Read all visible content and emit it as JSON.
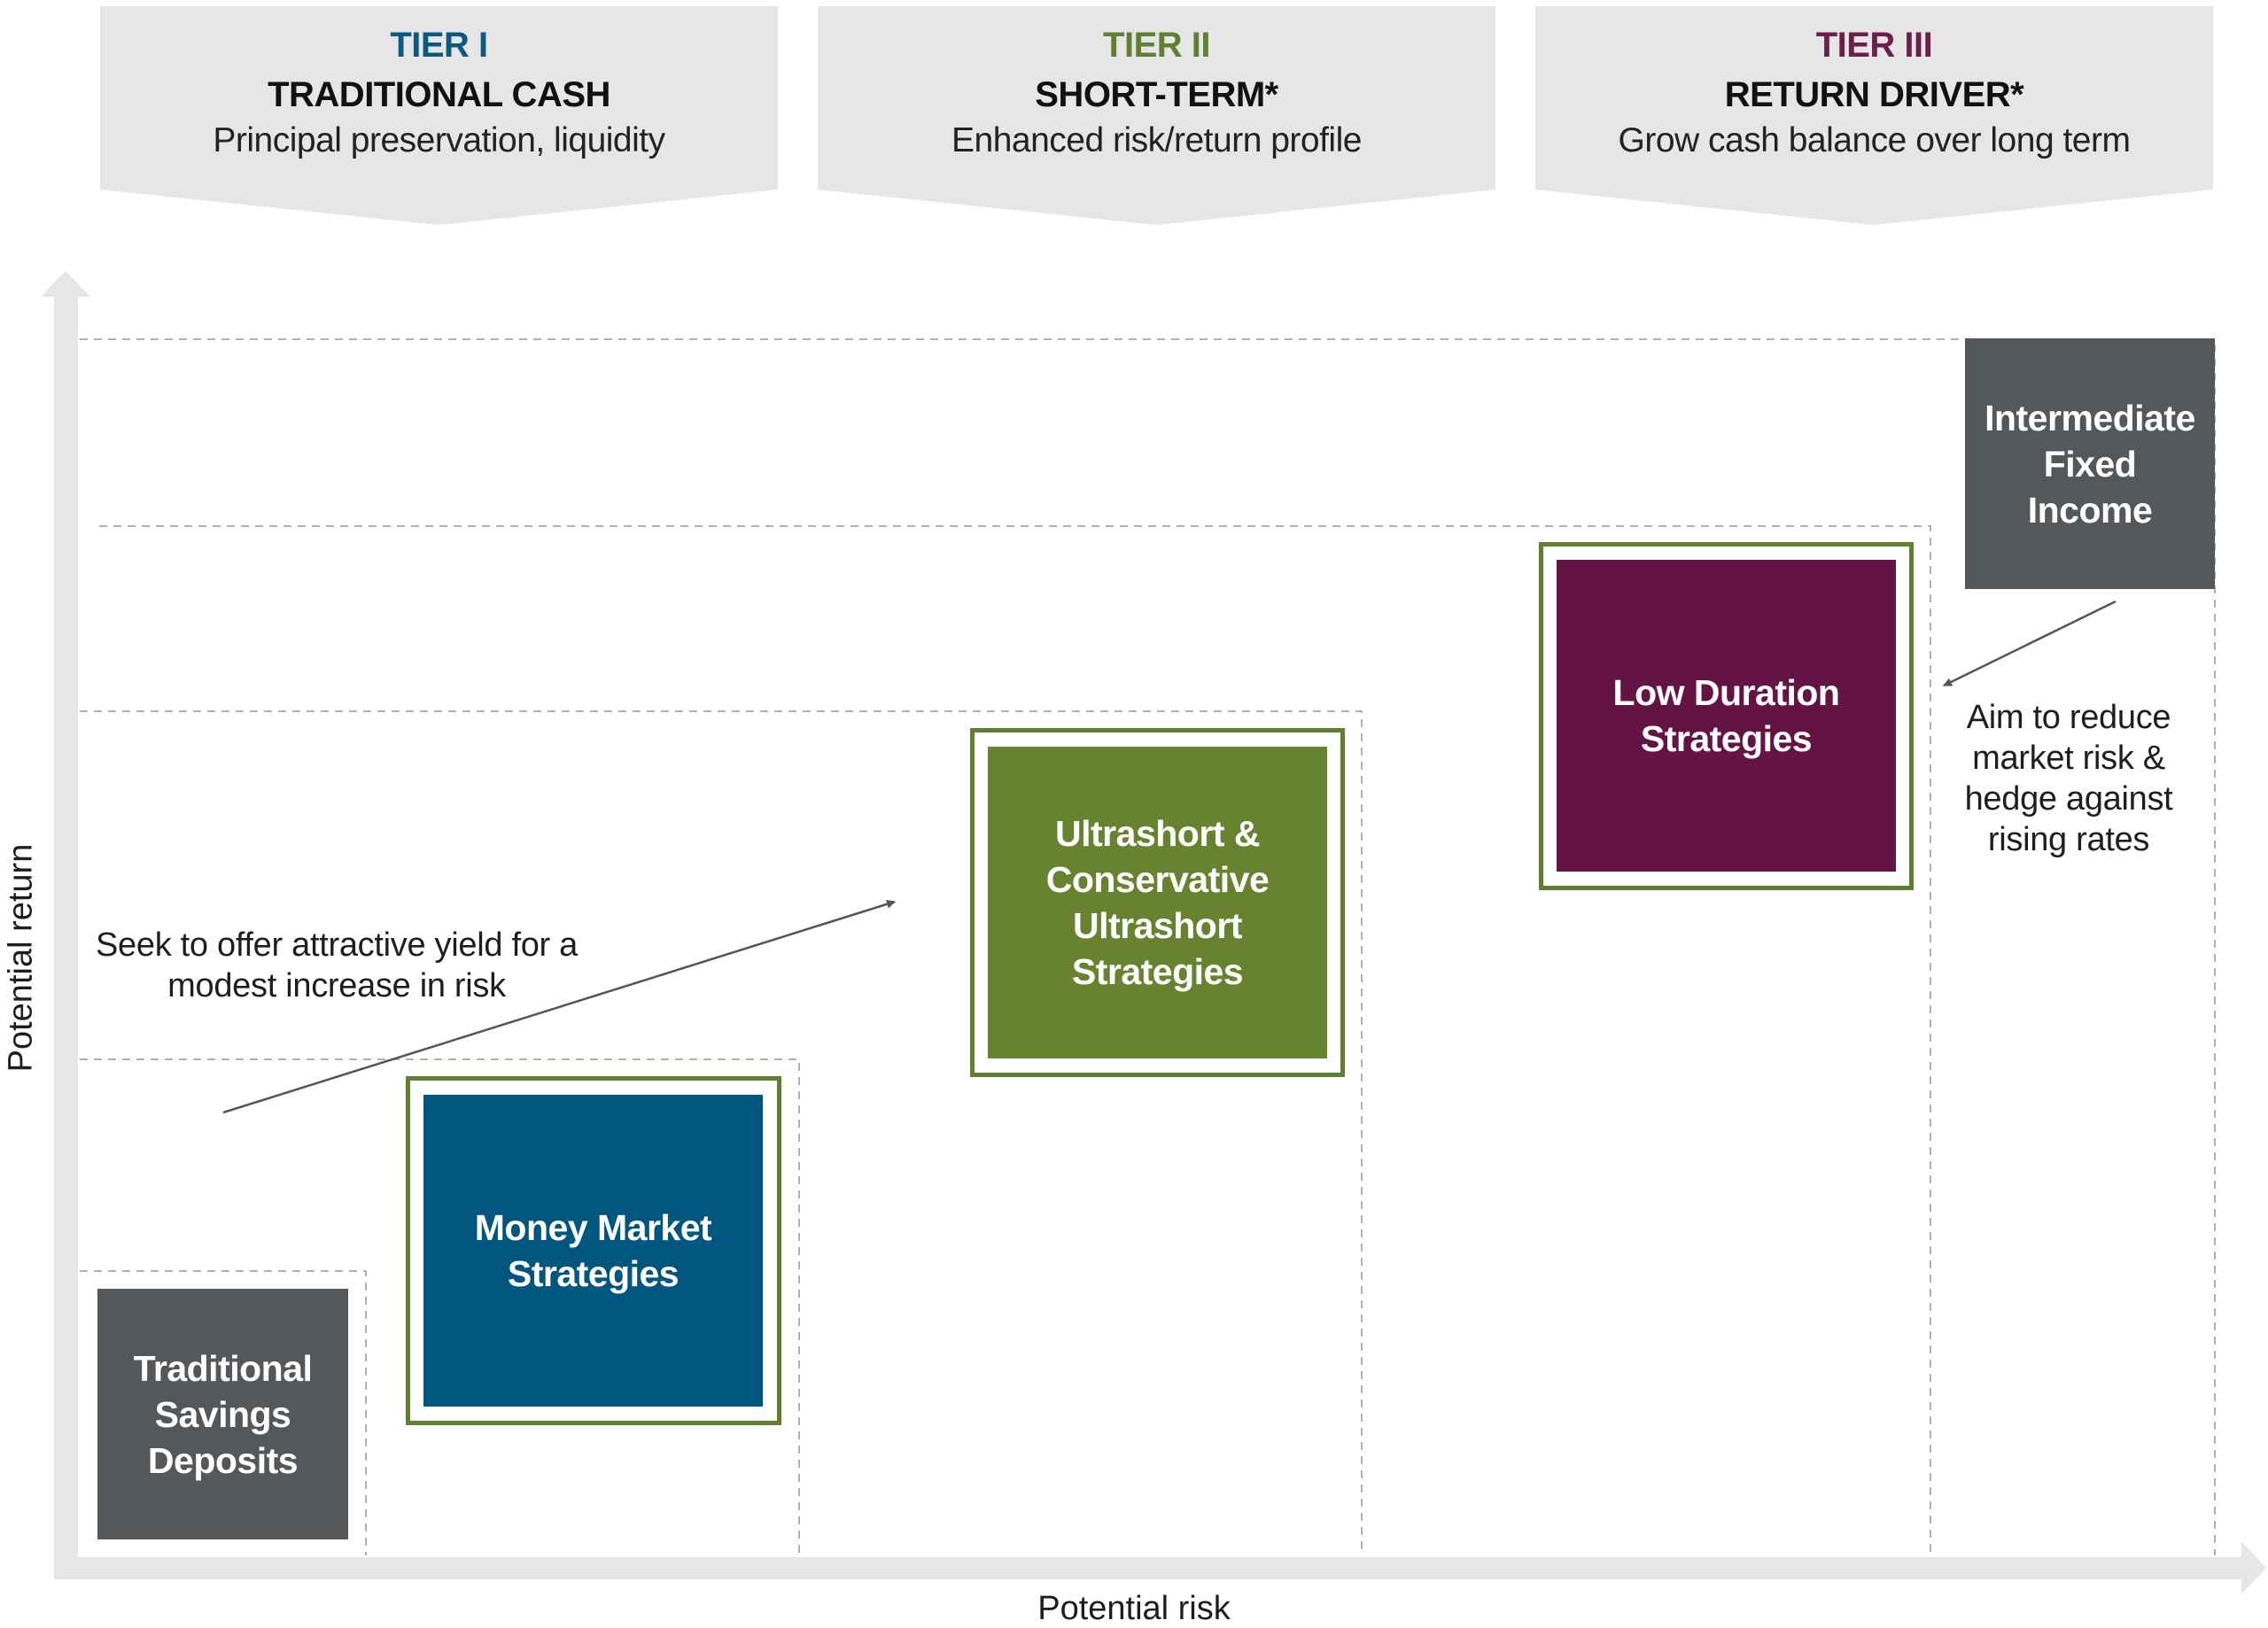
{
  "tiers": [
    {
      "tier": "TIER I",
      "title": "TRADITIONAL CASH",
      "subtitle": "Principal preservation, liquidity",
      "color": "#0a5a82"
    },
    {
      "tier": "TIER II",
      "title": "SHORT-TERM*",
      "subtitle": "Enhanced risk/return profile",
      "color": "#5f7f33"
    },
    {
      "tier": "TIER III",
      "title": "RETURN DRIVER*",
      "subtitle": "Grow cash balance over long term",
      "color": "#6b1f4a"
    }
  ],
  "boxes": {
    "savings": {
      "label": "Traditional Savings Deposits",
      "color": "#55585b"
    },
    "money_market": {
      "label": "Money Market Strategies",
      "color": "#00567f"
    },
    "ultrashort": {
      "label": "Ultrashort & Conservative Ultrashort Strategies",
      "color": "#67832f"
    },
    "low_duration": {
      "label": "Low Duration Strategies",
      "color": "#641345"
    },
    "intermediate": {
      "label": "Intermediate Fixed Income",
      "color": "#55585b"
    }
  },
  "notes": {
    "yield": "Seek to offer attractive yield for a modest increase in risk",
    "reduce": "Aim to reduce market risk & hedge against rising rates"
  },
  "axes": {
    "x_label": "Potential risk",
    "y_label": "Potential return"
  },
  "colors": {
    "chevron_fill": "#e6e6e6",
    "axis": "#e6e6e6",
    "frame_green": "#5f7f33",
    "dashed": "#b0b0b0"
  }
}
